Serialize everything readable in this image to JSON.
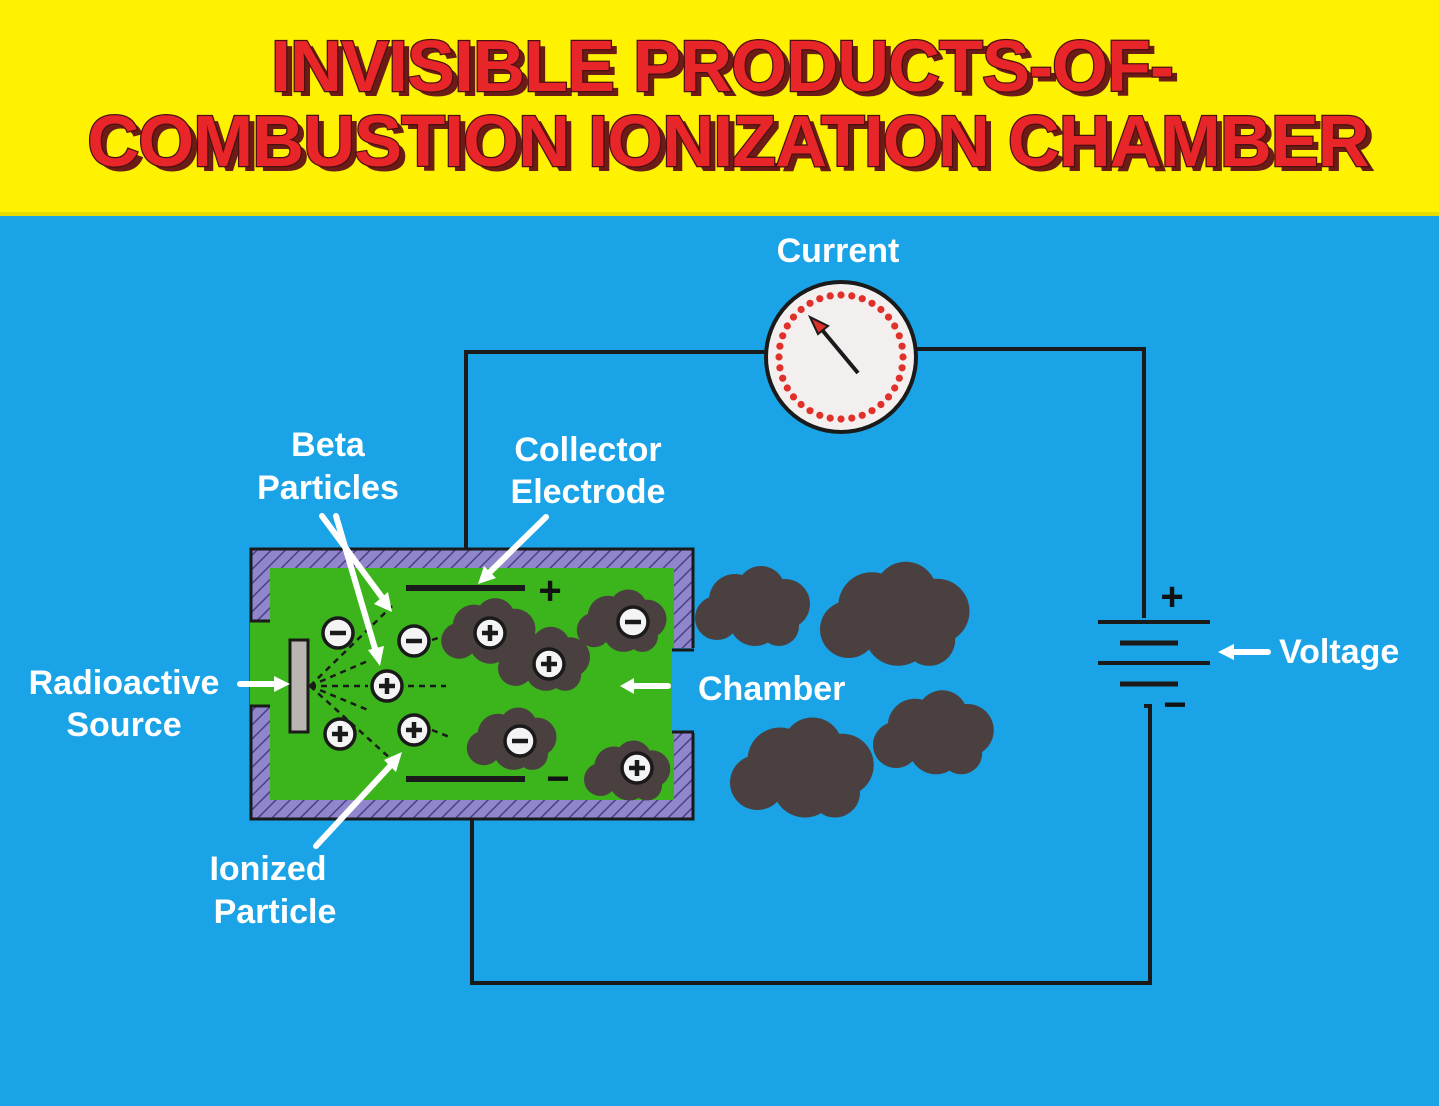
{
  "title": {
    "line1": "INVISIBLE PRODUCTS-OF-",
    "line2": "COMBUSTION IONIZATION CHAMBER"
  },
  "labels": {
    "current": "Current",
    "beta_line1": "Beta",
    "beta_line2": "Particles",
    "collector_line1": "Collector",
    "collector_line2": "Electrode",
    "radioactive_line1": "Radioactive",
    "radioactive_line2": "Source",
    "chamber": "Chamber",
    "voltage": "Voltage",
    "ionized_line1": "Ionized",
    "ionized_line2": "Particle"
  },
  "signs": {
    "plus": "+",
    "minus": "−"
  },
  "colors": {
    "banner": "#fff200",
    "title_red": "#e8262a",
    "background": "#1aa3e6",
    "chamber_green": "#3bb51b",
    "chamber_wall": "#8a80c8",
    "smoke": "#4a4040",
    "gauge_dots": "#e0302a"
  }
}
